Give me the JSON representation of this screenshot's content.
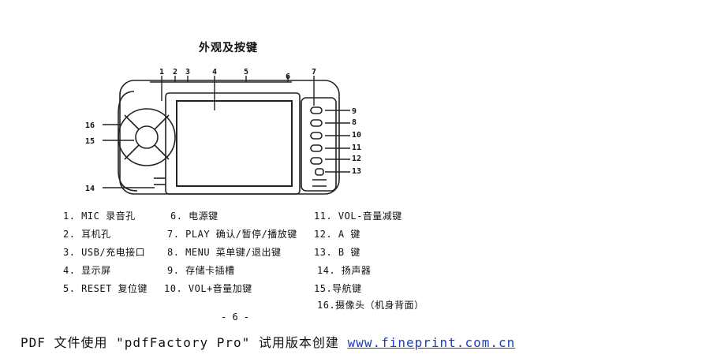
{
  "title": "外观及按键",
  "diagram": {
    "callouts": {
      "n1": "1",
      "n2": "2",
      "n3": "3",
      "n4": "4",
      "n5": "5",
      "n6": "6",
      "n7": "7",
      "n8": "8",
      "n9": "9",
      "n10": "10",
      "n11": "11",
      "n12": "12",
      "n13": "13",
      "n14": "14",
      "n15": "15",
      "n16": "16"
    }
  },
  "legend": {
    "col1": [
      "1. MIC 录音孔",
      "2. 耳机孔",
      "3. USB/充电接口",
      "4. 显示屏",
      "5. RESET 复位键"
    ],
    "col2": [
      "6. 电源键",
      "7. PLAY 确认/暂停/播放键",
      "8. MENU 菜单键/退出键",
      "9. 存储卡插槽",
      "10. VOL+音量加键"
    ],
    "col3": [
      "11. VOL-音量减键",
      "12. A 键",
      "13. B 键",
      "14. 扬声器",
      "15.导航键",
      "16.摄像头（机身背面）"
    ]
  },
  "page_number": "- 6 -",
  "footer": {
    "text": "PDF 文件使用 \"pdfFactory Pro\" 试用版本创建",
    "link": "www.fineprint.com.cn"
  }
}
